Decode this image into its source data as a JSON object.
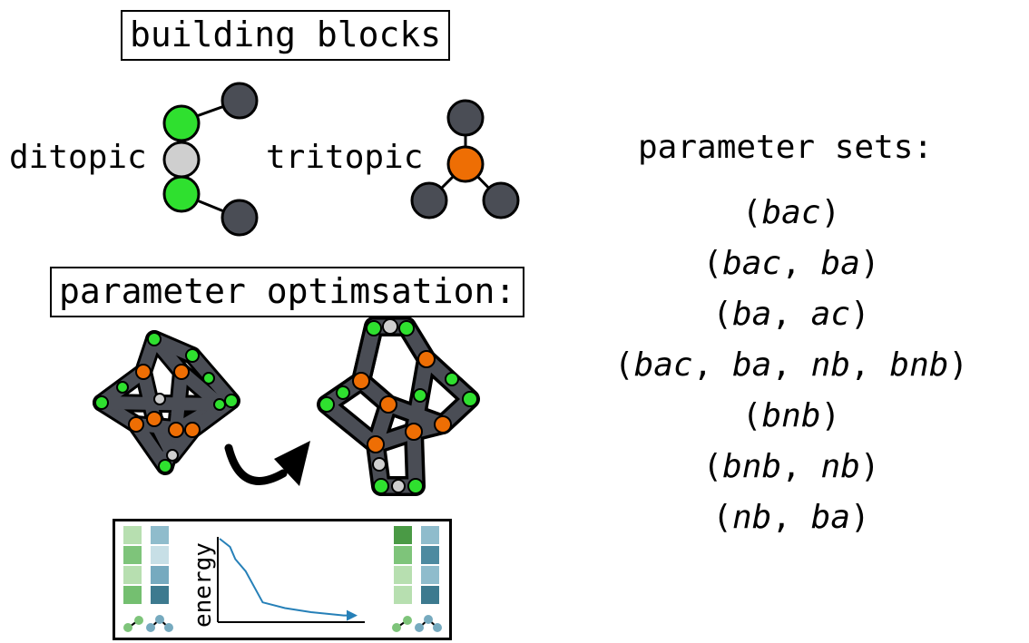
{
  "building_blocks_title": "building blocks",
  "ditopic_label": "ditopic",
  "tritopic_label": "tritopic",
  "parameter_optimisation_title": "parameter optimsation:",
  "energy_axis_label": "energy",
  "parameter_sets_heading": "parameter sets:",
  "parameter_sets": [
    [
      "bac"
    ],
    [
      "bac",
      "ba"
    ],
    [
      "ba",
      "ac"
    ],
    [
      "bac",
      "ba",
      "nb",
      "bnb"
    ],
    [
      "bnb"
    ],
    [
      "bnb",
      "nb"
    ],
    [
      "nb",
      "ba"
    ]
  ],
  "energy_curve": {
    "x": [
      0,
      0.08,
      0.12,
      0.2,
      0.33,
      0.5,
      0.7,
      0.95,
      1.0
    ],
    "y": [
      1.0,
      0.9,
      0.75,
      0.6,
      0.22,
      0.15,
      0.1,
      0.06,
      0.06
    ]
  },
  "colors": {
    "bead_green": "#2fe02f",
    "bead_gray": "#cfcfcf",
    "bead_dark": "#4a4d55",
    "bead_orange": "#ee6e04",
    "curve_blue": "#2680b8",
    "heat_greens": [
      "#b7dfb0",
      "#7ec47a",
      "#b7dfb0",
      "#74bf70"
    ],
    "heat_blues": [
      "#8fbccc",
      "#c7dfe6",
      "#76aabf",
      "#3d7a8f"
    ],
    "heat_greens_after": [
      "#4a9a45",
      "#7ec47a",
      "#b7dfb0",
      "#b7dfb0"
    ],
    "heat_blues_after": [
      "#8fbccc",
      "#4d8aa0",
      "#8fbccc",
      "#3d7a8f"
    ]
  }
}
